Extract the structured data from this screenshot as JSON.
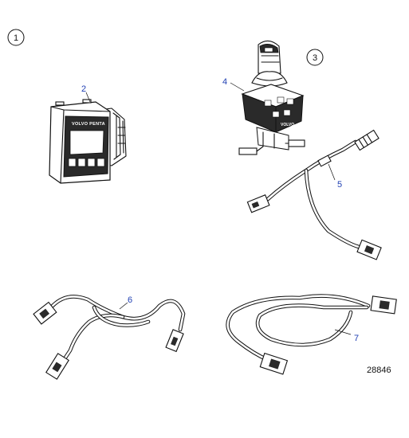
{
  "group_label": "1",
  "kit_label": "3",
  "callouts": {
    "display": "2",
    "joystick": "4",
    "harness_joystick": "5",
    "harness_y": "6",
    "harness_extension": "7"
  },
  "display_brand": "VOLVO PENTA",
  "joystick_brand": "VOLVO",
  "figure_number": "28846",
  "colors": {
    "callout_text": "#1f3fb3",
    "line": "#111111",
    "dark_fill": "#2a2a2a"
  }
}
